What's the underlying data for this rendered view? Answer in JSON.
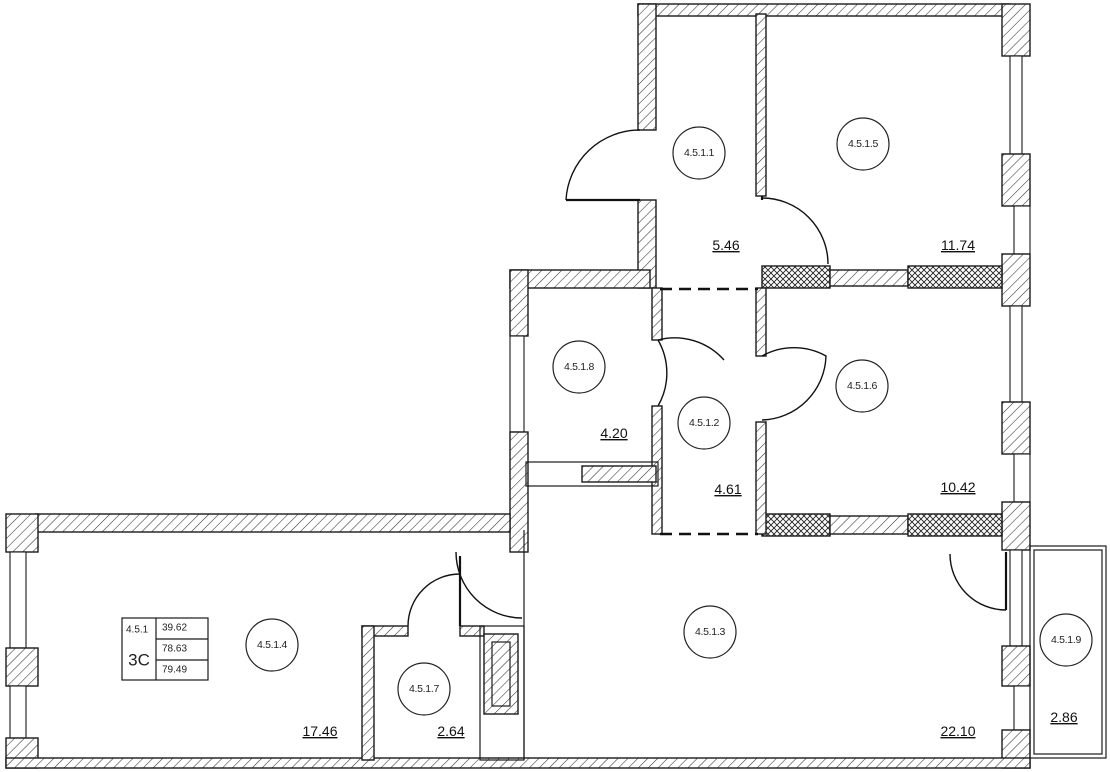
{
  "apartment": {
    "number": "4.5.1",
    "type": "3С",
    "areas": [
      "39.62",
      "78.63",
      "79.49"
    ]
  },
  "rooms": [
    {
      "id": "4.5.1.1",
      "area": "5.46"
    },
    {
      "id": "4.5.1.5",
      "area": "11.74"
    },
    {
      "id": "4.5.1.8",
      "area": "4.20"
    },
    {
      "id": "4.5.1.2",
      "area": "4.61"
    },
    {
      "id": "4.5.1.6",
      "area": "10.42"
    },
    {
      "id": "4.5.1.4",
      "area": "17.46"
    },
    {
      "id": "4.5.1.7",
      "area": "2.64"
    },
    {
      "id": "4.5.1.3",
      "area": "22.10"
    },
    {
      "id": "4.5.1.9",
      "area": "2.86"
    }
  ]
}
